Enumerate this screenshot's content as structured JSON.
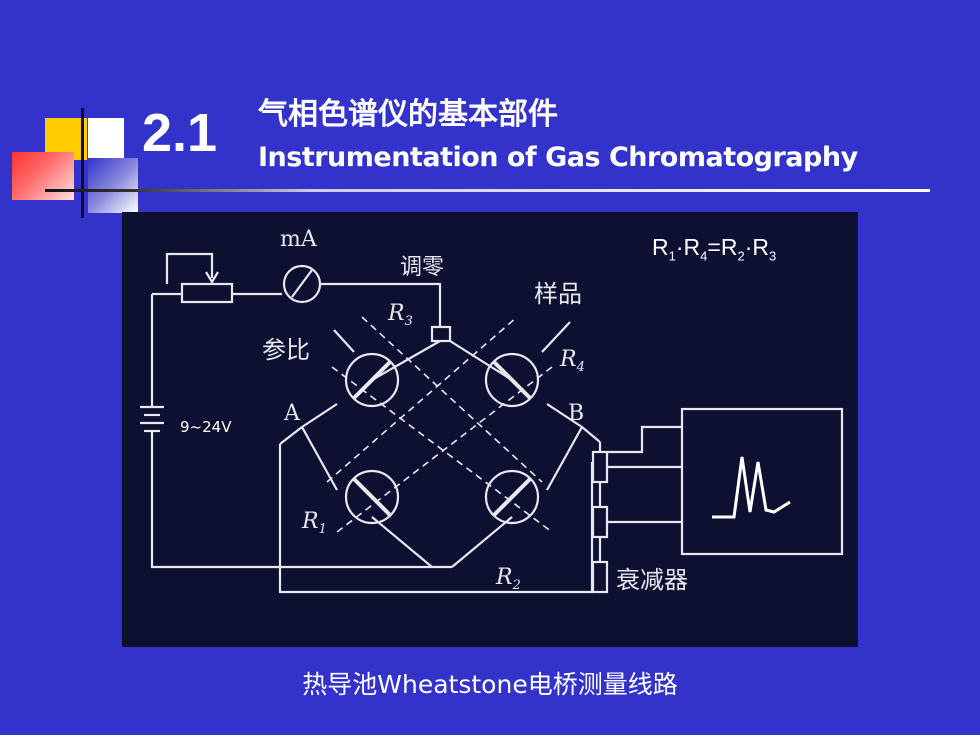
{
  "header": {
    "section_number": "2.1",
    "title_cn": "气相色谱仪的基本部件",
    "title_en": "Instrumentation of Gas Chromatography"
  },
  "figure": {
    "formula": {
      "R1": "R",
      "R1_sub": "1",
      "R4": "R",
      "R4_sub": "4",
      "eq": "=",
      "R2": "R",
      "R2_sub": "2",
      "R3": "R",
      "R3_sub": "3"
    },
    "labels": {
      "ma": "mA",
      "zero_adjust": "调零",
      "sample": "样品",
      "reference": "参比",
      "voltage": "9~24V",
      "node_a": "A",
      "node_b": "B",
      "r1": "R",
      "r1_sub": "1",
      "r2": "R",
      "r2_sub": "2",
      "r3": "R",
      "r3_sub": "3",
      "r4": "R",
      "r4_sub": "4",
      "attenuator": "衰减器"
    }
  },
  "caption": "热导池Wheatstone电桥测量线路"
}
